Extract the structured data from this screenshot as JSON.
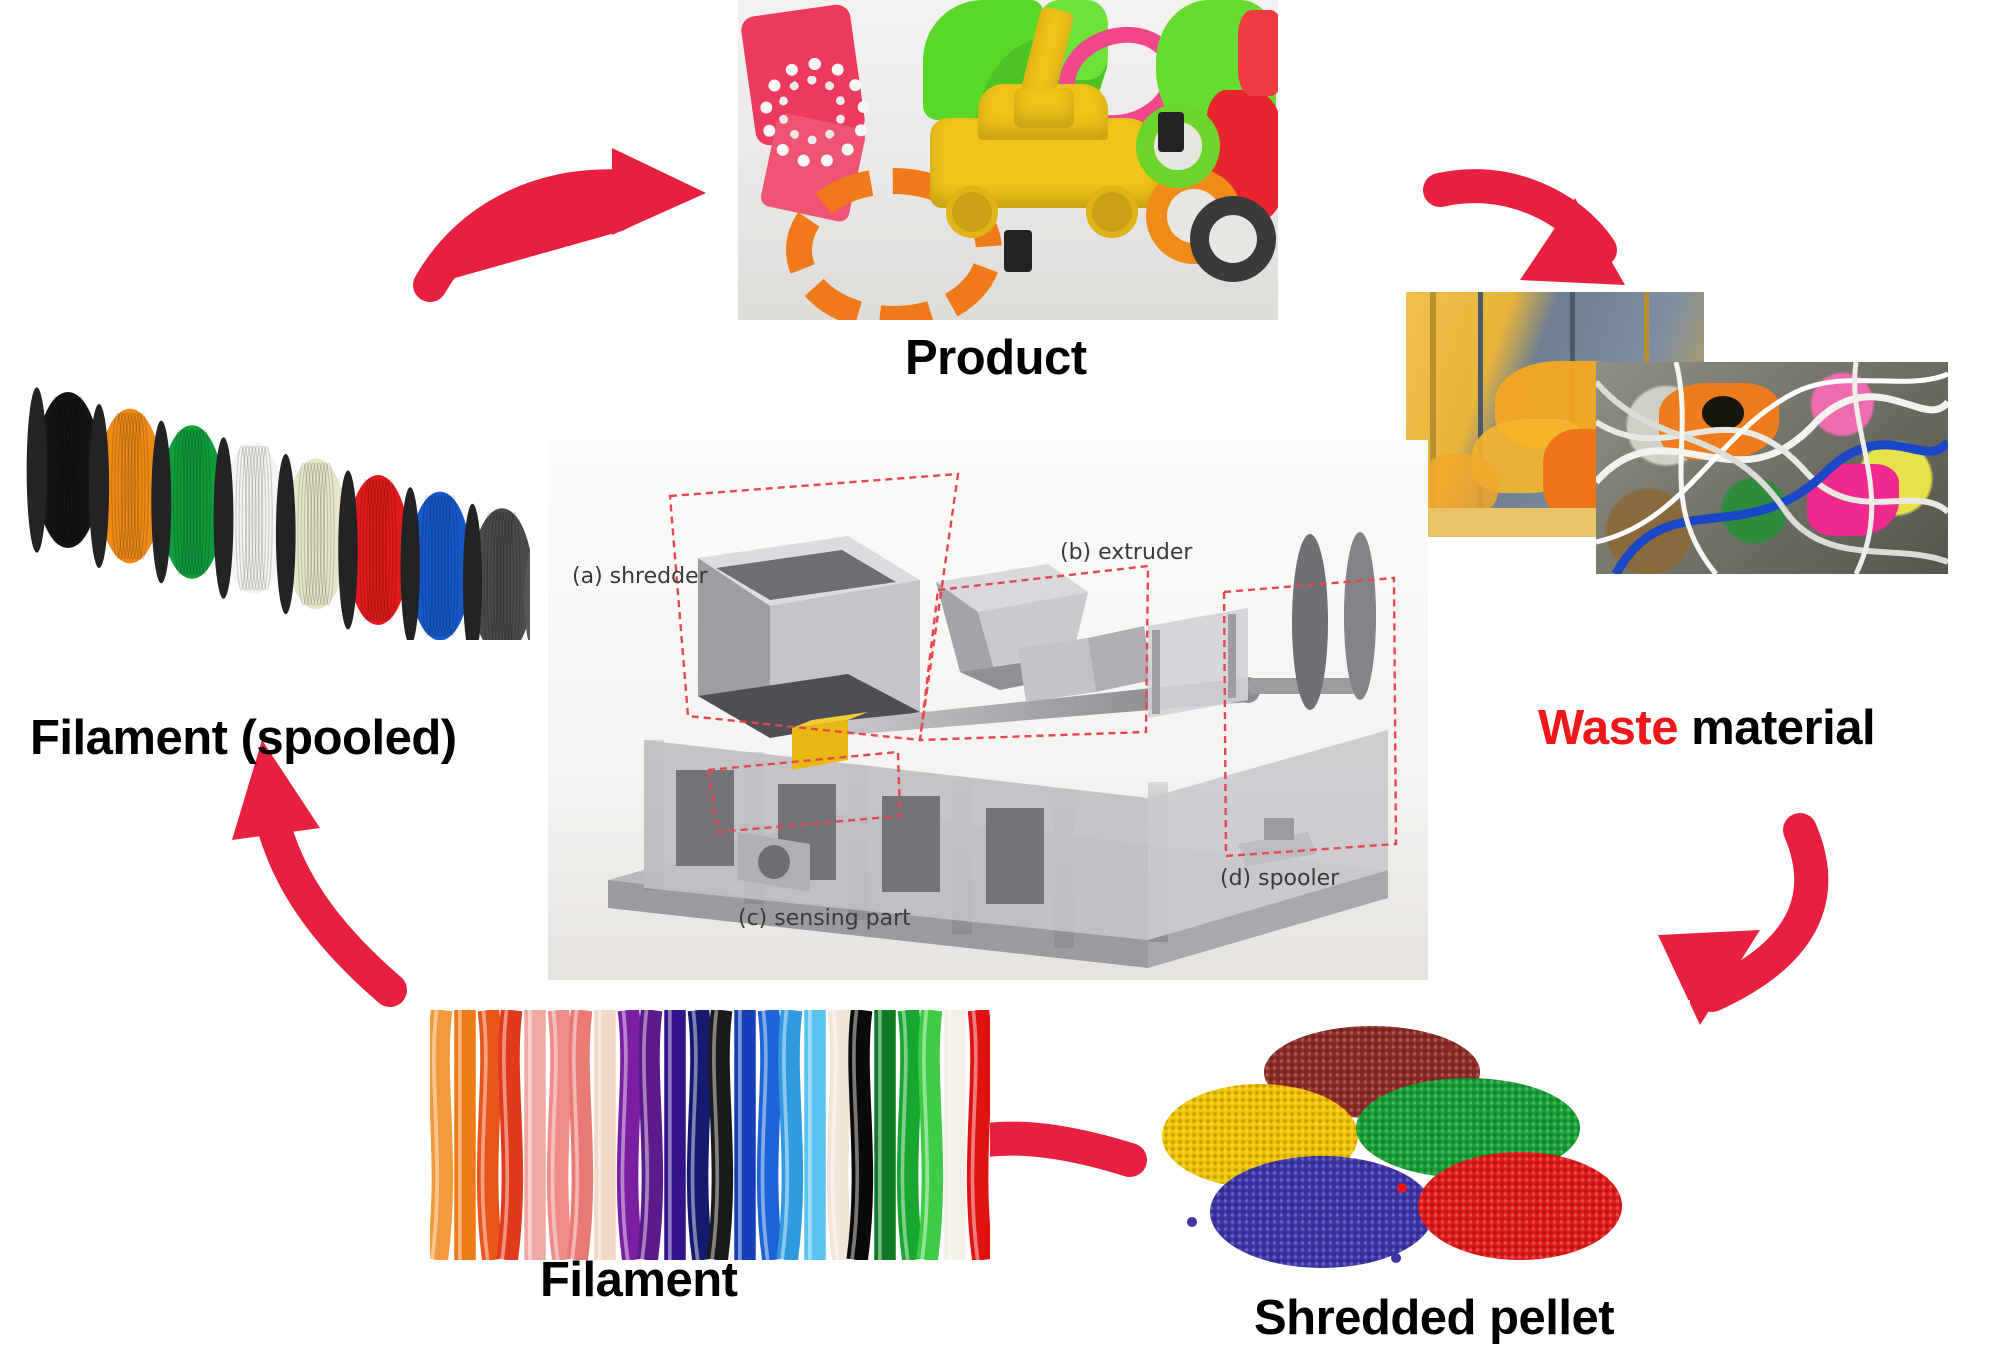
{
  "diagram": {
    "title_hidden": "",
    "accent_arrow_color": "#e8203f",
    "waste_highlight_color": "#ef1717",
    "nodes": [
      {
        "id": "product",
        "label": "Product",
        "label_parts": [
          {
            "text": "Product",
            "color": "#000000"
          }
        ]
      },
      {
        "id": "waste",
        "label": "Waste material",
        "label_parts": [
          {
            "text": "Waste",
            "color": "#ef1717"
          },
          {
            "text": " material",
            "color": "#000000"
          }
        ]
      },
      {
        "id": "pellet",
        "label": "Shredded pellet",
        "label_parts": [
          {
            "text": "Shredded pellet",
            "color": "#000000"
          }
        ]
      },
      {
        "id": "filament",
        "label": "Filament",
        "label_parts": [
          {
            "text": "Filament",
            "color": "#000000"
          }
        ]
      },
      {
        "id": "spooled",
        "label": "Filament (spooled)",
        "label_parts": [
          {
            "text": "Filament (spooled)",
            "color": "#000000"
          }
        ]
      }
    ],
    "captions": {
      "product": "Product",
      "waste_red": "Waste",
      "waste_black": " material",
      "pellet": "Shredded pellet",
      "filament": "Filament",
      "spooled": "Filament (spooled)"
    },
    "machine": {
      "callouts": [
        {
          "key": "a",
          "text": "(a) shredder"
        },
        {
          "key": "b",
          "text": "(b) extruder"
        },
        {
          "key": "c",
          "text": "(c) sensing part"
        },
        {
          "key": "d",
          "text": "(d) spooler"
        }
      ]
    },
    "spool_colors": [
      "#141414",
      "#ef8a16",
      "#0f9d3a",
      "#f4f4f1",
      "#e8e6c8",
      "#e01b1b",
      "#1657c8",
      "#4a4a4a"
    ],
    "pellet_colors": [
      "#f3c400",
      "#8e2b24",
      "#16a033",
      "#3c34a8",
      "#e0191b"
    ],
    "filament_strand_colors": [
      "#f39a3c",
      "#ef7b18",
      "#e8561c",
      "#e03a1c",
      "#f0a8a3",
      "#ee8e86",
      "#e97a72",
      "#f3d8c6",
      "#7b1fa2",
      "#5c1a8a",
      "#35138f",
      "#141a6e",
      "#1a1a1a",
      "#1640b8",
      "#1e63d8",
      "#2f9ae0",
      "#58c4ef",
      "#f3e4d8",
      "#0a0a0a",
      "#0f7a22",
      "#17a62f",
      "#3ecb46",
      "#f2efe6",
      "#e01212"
    ]
  }
}
